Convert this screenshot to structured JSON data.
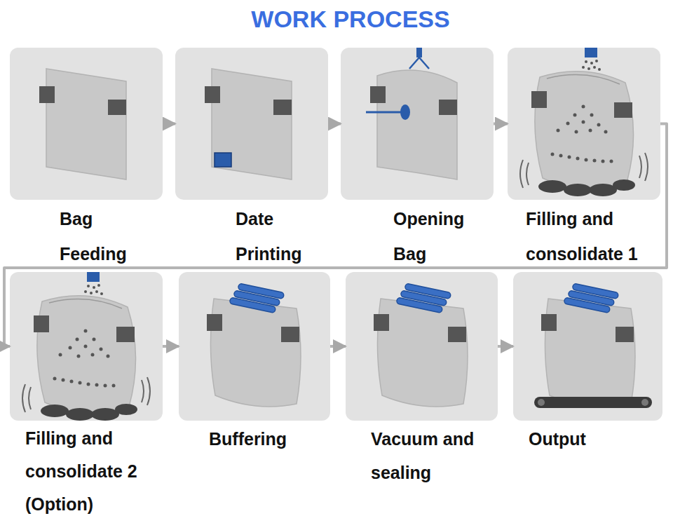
{
  "diagram": {
    "title": "WORK PROCESS",
    "nodes": [
      {
        "text": [
          "Bag Feeding"
        ]
      },
      {
        "text": [
          "Date Printing"
        ]
      },
      {
        "text": [
          "Opening Bag"
        ]
      },
      {
        "text": [
          "Filling and consolidate 1"
        ]
      },
      {
        "text": [
          "Filling and consolidate 2 (Option)"
        ]
      },
      {
        "text": [
          "Buffering"
        ]
      },
      {
        "text": [
          "Vacuum and sealing"
        ]
      },
      {
        "text": [
          "Output"
        ]
      }
    ],
    "edges": [
      {
        "from": 0,
        "to": 1,
        "arrow": "to"
      },
      {
        "from": 1,
        "to": 2,
        "arrow": "to"
      },
      {
        "from": 2,
        "to": 3,
        "arrow": "to"
      },
      {
        "from": 3,
        "to": 4,
        "arrow": "to"
      },
      {
        "from": 4,
        "to": 5,
        "arrow": "to"
      },
      {
        "from": 5,
        "to": 6,
        "arrow": "to"
      },
      {
        "from": 6,
        "to": 7,
        "arrow": "to"
      }
    ]
  }
}
